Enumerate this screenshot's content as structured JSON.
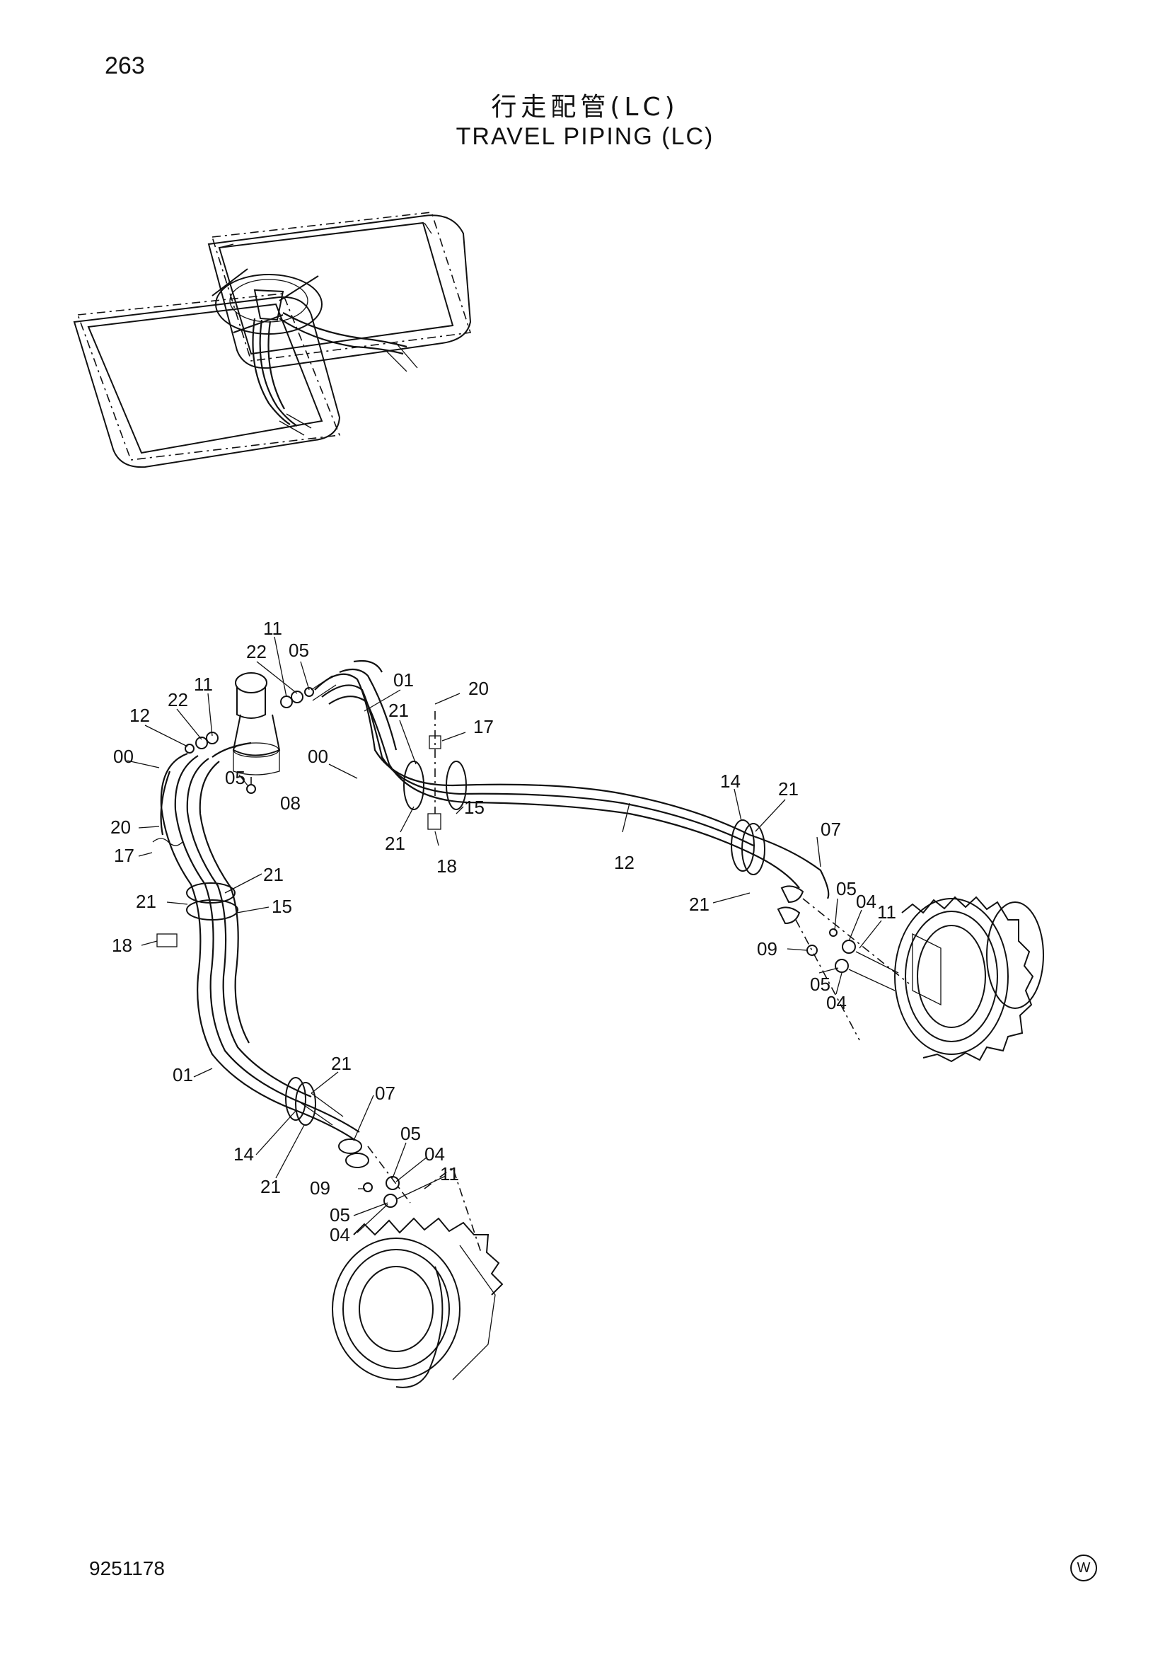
{
  "header": {
    "page_number": "263",
    "title_jp": "行走配管(LC)",
    "title_en": "TRAVEL PIPING (LC)"
  },
  "footer": {
    "doc_number": "9251178",
    "watermark": "W"
  },
  "callouts": {
    "c1": "11",
    "c2": "22",
    "c3": "05",
    "c4": "01",
    "c5": "11",
    "c6": "20",
    "c7": "22",
    "c8": "21",
    "c9": "12",
    "c10": "17",
    "c11": "00",
    "c12": "05",
    "c13": "00",
    "c14": "08",
    "c15": "21",
    "c16": "20",
    "c17": "15",
    "c18": "17",
    "c19": "18",
    "c20": "21",
    "c21": "21",
    "c22": "15",
    "c23": "18",
    "c24": "14",
    "c25": "21",
    "c26": "12",
    "c27": "07",
    "c28": "05",
    "c29": "21",
    "c30": "04",
    "c31": "11",
    "c32": "09",
    "c33": "05",
    "c34": "04",
    "c35": "01",
    "c36": "21",
    "c37": "07",
    "c38": "05",
    "c39": "14",
    "c40": "04",
    "c41": "21",
    "c42": "09",
    "c43": "11",
    "c44": "05",
    "c45": "04"
  }
}
